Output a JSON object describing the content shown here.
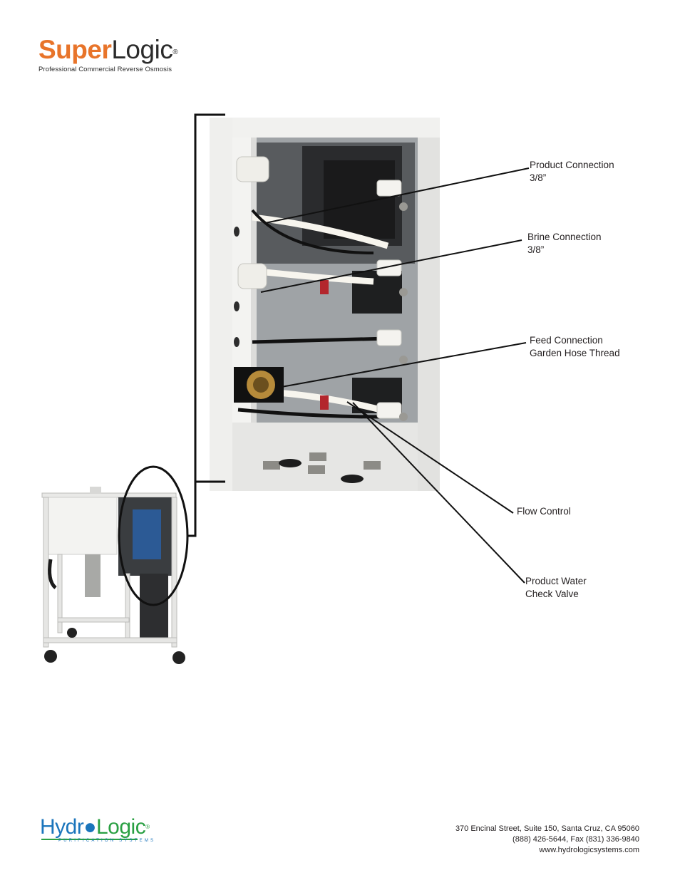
{
  "header": {
    "brand_super": "Super",
    "brand_logic": "Logic",
    "brand_reg": "®",
    "tagline": "Professional Commercial Reverse Osmosis"
  },
  "callouts": [
    {
      "line1": "Product Connection",
      "line2": "3/8”"
    },
    {
      "line1": "Brine Connection",
      "line2": "3/8”"
    },
    {
      "line1": "Feed Connection",
      "line2": "Garden Hose Thread"
    },
    {
      "line1": "Flow Control",
      "line2": ""
    },
    {
      "line1": "Product Water",
      "line2": "Check Valve"
    }
  ],
  "footer": {
    "logo_hydro": "Hydr",
    "logo_logic": "Logic",
    "logo_reg": "®",
    "logo_sub": "PURIFICATION SYSTEMS",
    "address_line1": "370 Encinal Street, Suite 150, Santa Cruz, CA 95060",
    "address_line2": "(888) 426-5644, Fax (831) 336-9840",
    "address_line3": "www.hydrologicsystems.com"
  },
  "colors": {
    "brand_orange": "#e8742a",
    "hydro_blue": "#1b75bc",
    "hydro_green": "#2aa043"
  }
}
